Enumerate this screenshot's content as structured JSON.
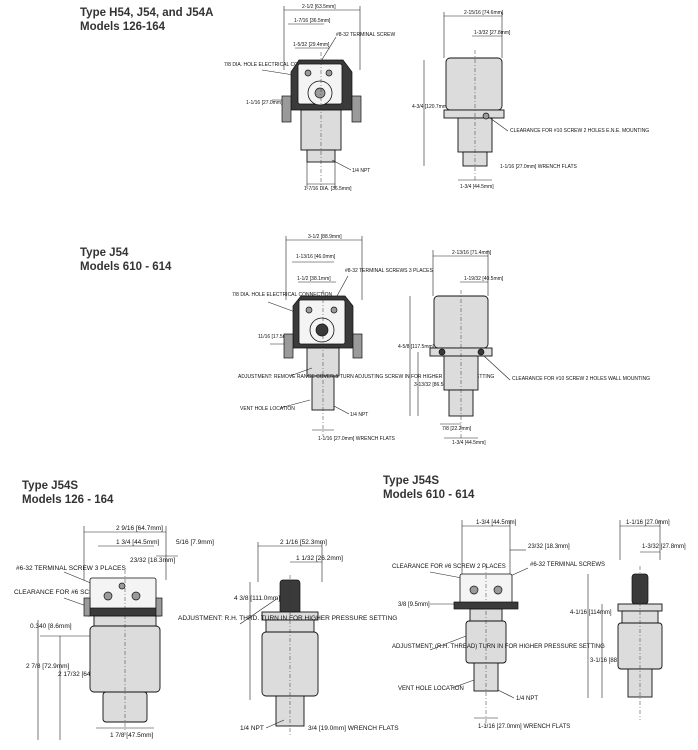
{
  "sections": [
    {
      "type_line": "Type H54, J54, and J54A",
      "models_line": "Models 126-164",
      "labels": {
        "overall_width": "2-1/2 [63.5mm]",
        "half_width": "1-7/16 [36.5mm]",
        "boss": "1-5/32 [29.4mm]",
        "terminal": "#8-32 TERMINAL SCREW",
        "knockout": "7/8 DIA. HOLE ELECTRICAL CONNECTION",
        "offset": "1-1/16 [27.0mm]",
        "side_width": "2-15/16 [74.6mm]",
        "side_half": "1-3/32 [27.8mm]",
        "height": "4-3/4 [120.7mm]",
        "clearance": "CLEARANCE FOR #10 SCREW 2 HOLES E.N.E. MOUNTING",
        "wrench": "1-1/16 [27.0mm] WRENCH FLATS",
        "npt": "1/4 NPT",
        "base": "1-7/16 DIA. [36.5mm]",
        "side_base": "1-3/4 [44.5mm]"
      }
    },
    {
      "type_line": "Type J54",
      "models_line": "Models 610 - 614",
      "labels": {
        "overall_width": "3-1/2 [88.9mm]",
        "half_width": "1-13/16 [46.0mm]",
        "boss": "1-1/2 [38.1mm]",
        "terminal": "#8-32 TERMINAL SCREWS 3 PLACES",
        "knockout": "7/8 DIA. HOLE ELECTRICAL CONNECTION",
        "offset": "11/16 [17.5mm]",
        "adjust": "ADJUSTMENT: REMOVE RANGE COVER & TURN ADJUSTING SCREW IN FOR HIGHER PRESSURE SETTING",
        "vent": "VENT HOLE LOCATION",
        "npt": "1/4 NPT",
        "wrench": "1-1/16 [27.0mm] WRENCH FLATS",
        "side_width": "2-13/16 [71.4mm]",
        "side_half": "1-19/32 [40.5mm]",
        "height": "4-5/8 [117.5mm]",
        "lower": "3-13/32 [86.5mm]",
        "clearance": "CLEARANCE FOR #10 SCREW 2 HOLES WALL MOUNTING",
        "foot": "7/8 [22.2mm]",
        "side_base": "1-3/4 [44.5mm]"
      }
    },
    {
      "type_line": "Type J54S",
      "models_line": "Models 126 - 164",
      "labels": {
        "overall_width": "2 9/16 [64.7mm]",
        "inner_width": "1 3/4 [44.5mm]",
        "five16": "5/16 [7.9mm]",
        "twenty3": "23/32 [18.3mm]",
        "terminal": "#6-32 TERMINAL SCREW 3 PLACES",
        "clearance": "CLEARANCE FOR #6 SCREW 2 PLACES",
        "ledge": "0.340 [8.6mm]",
        "height_a": "2 7/8 [72.9mm]",
        "height_b": "2 17/32 [64.2mm]",
        "base": "1 7/8 [47.5mm]",
        "side_width": "2 1/16 [52.3mm]",
        "side_half": "1 1/32 [26.2mm]",
        "side_height": "4 3/8 [111.0mm]",
        "adjust": "ADJUSTMENT: R.H. THRD. TURN IN FOR HIGHER PRESSURE SETTING",
        "npt": "1/4 NPT",
        "wrench": "3/4 [19.0mm] WRENCH FLATS"
      }
    },
    {
      "type_line": "Type J54S",
      "models_line": "Models 610 - 614",
      "labels": {
        "inner_width": "1-3/4 [44.5mm]",
        "twenty3": "23/32 [18.3mm]",
        "clearance": "CLEARANCE FOR #6 SCREW 2 PLACES",
        "terminal": "#6-32 TERMINAL SCREWS",
        "ledge": "3/8 [9.5mm]",
        "adjust": "ADJUSTMENT: (R.H. THREAD) TURN IN FOR HIGHER PRESSURE SETTING",
        "vent": "VENT HOLE LOCATION",
        "npt": "1/4 NPT",
        "wrench": "1-1/16 [27.0mm] WRENCH FLATS",
        "side_top": "1-1/16 [27.0mm]",
        "side_small": "1-3/32 [27.8mm]",
        "side_height": "4-1/16 [114mm]",
        "side_lower": "3-1/16 [88.9mm]"
      }
    }
  ]
}
